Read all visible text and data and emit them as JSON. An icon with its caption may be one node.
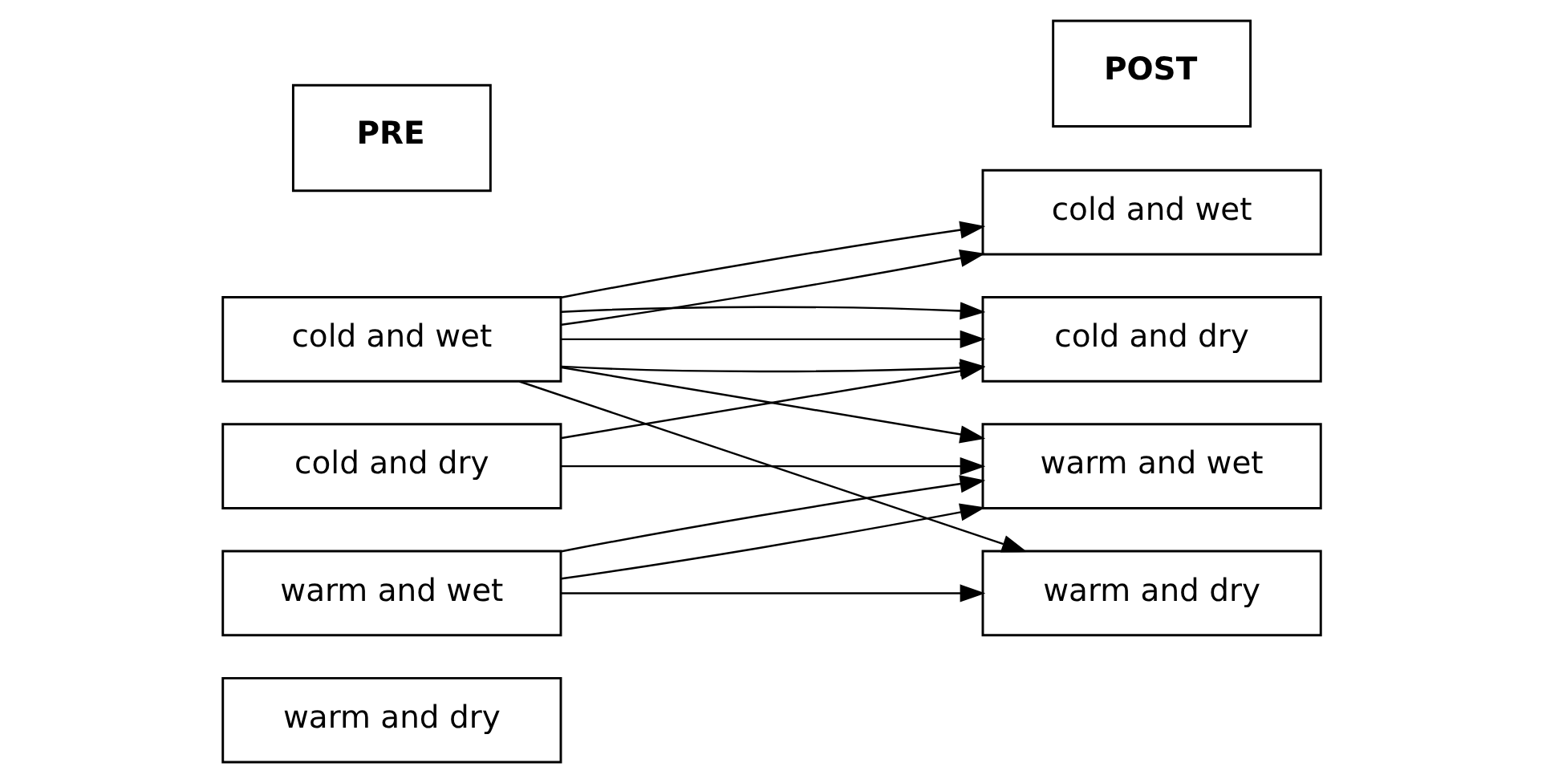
{
  "diagram": {
    "nodes": [
      {
        "text": [
          "PRE"
        ]
      },
      {
        "text": [
          "POST"
        ]
      },
      {
        "text": [
          "cold and wet"
        ]
      },
      {
        "text": [
          "cold and dry"
        ]
      },
      {
        "text": [
          "warm and wet"
        ]
      },
      {
        "text": [
          "warm and dry"
        ]
      },
      {
        "text": [
          "cold and wet"
        ]
      },
      {
        "text": [
          "cold and dry"
        ]
      },
      {
        "text": [
          "warm and wet"
        ]
      },
      {
        "text": [
          "warm and dry"
        ]
      }
    ],
    "edges": [
      {
        "from": 2,
        "to": 6,
        "arrow": "to"
      },
      {
        "from": 2,
        "to": 7,
        "arrow": "to"
      },
      {
        "from": 2,
        "to": 6,
        "arrow": "to"
      },
      {
        "from": 2,
        "to": 7,
        "arrow": "to"
      },
      {
        "from": 2,
        "to": 8,
        "arrow": "to"
      },
      {
        "from": 2,
        "to": 7,
        "arrow": "to"
      },
      {
        "from": 2,
        "to": 9,
        "arrow": "to"
      },
      {
        "from": 3,
        "to": 8,
        "arrow": "to"
      },
      {
        "from": 3,
        "to": 7,
        "arrow": "to"
      },
      {
        "from": 4,
        "to": 8,
        "arrow": "to"
      },
      {
        "from": 4,
        "to": 8,
        "arrow": "to"
      },
      {
        "from": 4,
        "to": 9,
        "arrow": "to"
      }
    ]
  }
}
